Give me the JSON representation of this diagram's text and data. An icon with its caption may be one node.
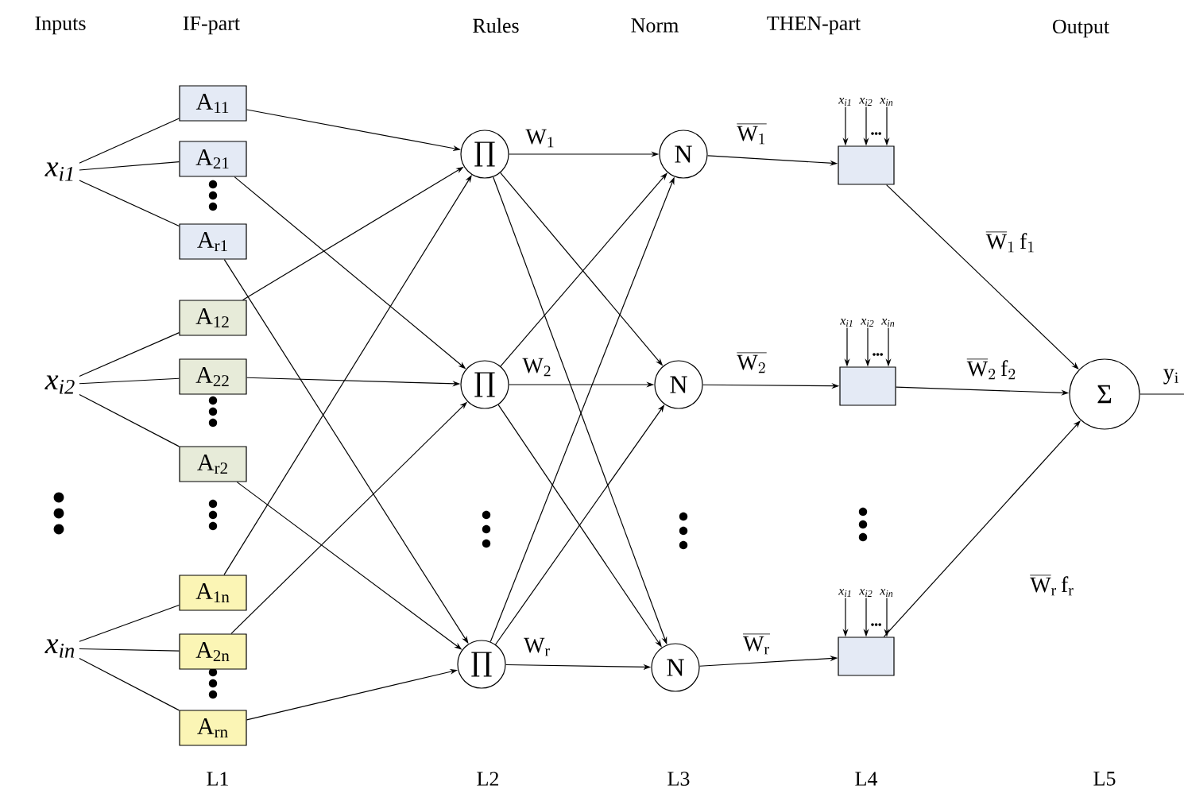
{
  "diagram": {
    "nodes": [
      {
        "text": [
          "x$_{i1}$"
        ]
      },
      {
        "text": [
          "x$_{i2}$"
        ]
      },
      {
        "text": [
          "x$_{in}$"
        ]
      },
      {
        "text": [
          "A$_{11}$"
        ]
      },
      {
        "text": [
          "A$_{21}$"
        ]
      },
      {
        "text": [
          "A$_{r1}$"
        ]
      },
      {
        "text": [
          "A$_{12}$"
        ]
      },
      {
        "text": [
          "A$_{22}$"
        ]
      },
      {
        "text": [
          "A$_{r2}$"
        ]
      },
      {
        "text": [
          "A$_{1n}$"
        ]
      },
      {
        "text": [
          "A$_{2n}$"
        ]
      },
      {
        "text": [
          "A$_{rn}$"
        ]
      },
      {
        "text": [
          "∏"
        ]
      },
      {
        "text": [
          "∏"
        ]
      },
      {
        "text": [
          "∏"
        ]
      },
      {
        "text": [
          "N"
        ]
      },
      {
        "text": [
          "N"
        ]
      },
      {
        "text": [
          "N"
        ]
      },
      {
        "text": [],
        "shape": "box"
      },
      {
        "text": [],
        "shape": "box"
      },
      {
        "text": [],
        "shape": "box"
      },
      {
        "text": [
          "Σ"
        ]
      },
      {
        "text": [
          "x$_{i1}$"
        ]
      },
      {
        "text": [
          "x$_{i2}$"
        ]
      },
      {
        "text": [
          "x$_{in}$"
        ]
      },
      {
        "text": [
          "x$_{i1}$"
        ]
      },
      {
        "text": [
          "x$_{i2}$"
        ]
      },
      {
        "text": [
          "x$_{in}$"
        ]
      },
      {
        "text": [
          "x$_{i1}$"
        ]
      },
      {
        "text": [
          "x$_{i2}$"
        ]
      },
      {
        "text": [
          "x$_{in}$"
        ]
      }
    ],
    "edges": [
      {
        "from": 0,
        "to": 3,
        "arrow": "none"
      },
      {
        "from": 0,
        "to": 4,
        "arrow": "none"
      },
      {
        "from": 0,
        "to": 5,
        "arrow": "none"
      },
      {
        "from": 1,
        "to": 6,
        "arrow": "none"
      },
      {
        "from": 1,
        "to": 7,
        "arrow": "none"
      },
      {
        "from": 1,
        "to": 8,
        "arrow": "none"
      },
      {
        "from": 2,
        "to": 9,
        "arrow": "none"
      },
      {
        "from": 2,
        "to": 10,
        "arrow": "none"
      },
      {
        "from": 2,
        "to": 11,
        "arrow": "none"
      },
      {
        "from": 3,
        "to": 12,
        "arrow": "to"
      },
      {
        "from": 4,
        "to": 13,
        "arrow": "to"
      },
      {
        "from": 5,
        "to": 14,
        "arrow": "to"
      },
      {
        "from": 6,
        "to": 12,
        "arrow": "to"
      },
      {
        "from": 7,
        "to": 13,
        "arrow": "to"
      },
      {
        "from": 8,
        "to": 14,
        "arrow": "to"
      },
      {
        "from": 9,
        "to": 12,
        "arrow": "to"
      },
      {
        "from": 10,
        "to": 13,
        "arrow": "to"
      },
      {
        "from": 11,
        "to": 14,
        "arrow": "to"
      },
      {
        "from": 12,
        "to": 15,
        "arrow": "to",
        "label": "W$_{1}$"
      },
      {
        "from": 12,
        "to": 16,
        "arrow": "to"
      },
      {
        "from": 12,
        "to": 17,
        "arrow": "to"
      },
      {
        "from": 13,
        "to": 15,
        "arrow": "to"
      },
      {
        "from": 13,
        "to": 16,
        "arrow": "to",
        "label": "W$_{2}$"
      },
      {
        "from": 13,
        "to": 17,
        "arrow": "to"
      },
      {
        "from": 14,
        "to": 15,
        "arrow": "to"
      },
      {
        "from": 14,
        "to": 16,
        "arrow": "to"
      },
      {
        "from": 14,
        "to": 17,
        "arrow": "to",
        "label": "W$_{r}$"
      },
      {
        "from": 15,
        "to": 18,
        "arrow": "to",
        "label": "\\overline{\\mathrm{W}_1}"
      },
      {
        "from": 16,
        "to": 19,
        "arrow": "to",
        "label": "\\overline{\\mathrm{W}_2}"
      },
      {
        "from": 17,
        "to": 20,
        "arrow": "to",
        "label": "\\overline{\\mathrm{W}_\\mathrm{r}}"
      },
      {
        "from": 18,
        "to": 21,
        "arrow": "to",
        "label": "\\overline{\\mathrm{W}}_1\\,\\mathrm{f}_1"
      },
      {
        "from": 19,
        "to": 21,
        "arrow": "to",
        "label": "\\overline{\\mathrm{W}}_2\\,\\mathrm{f}_2"
      },
      {
        "from": 20,
        "to": 21,
        "arrow": "to",
        "label": "\\overline{\\mathrm{W}}_\\mathrm{r}\\,\\mathrm{f}_\\mathrm{r}"
      },
      {
        "from": 21,
        "to": null,
        "arrow": "none",
        "label": "y$_{i}$"
      },
      {
        "from": 22,
        "to": 18,
        "arrow": "to"
      },
      {
        "from": 23,
        "to": 18,
        "arrow": "to"
      },
      {
        "from": 24,
        "to": 18,
        "arrow": "to"
      },
      {
        "from": 25,
        "to": 19,
        "arrow": "to"
      },
      {
        "from": 26,
        "to": 19,
        "arrow": "to"
      },
      {
        "from": 27,
        "to": 19,
        "arrow": "to"
      },
      {
        "from": 28,
        "to": 20,
        "arrow": "to"
      },
      {
        "from": 29,
        "to": 20,
        "arrow": "to"
      },
      {
        "from": 30,
        "to": 20,
        "arrow": "to"
      }
    ],
    "labels": [
      "Inputs",
      "IF-part",
      "Rules",
      "Norm",
      "THEN-part",
      "Output",
      "L1",
      "L2",
      "L3",
      "L4",
      "L5"
    ]
  }
}
